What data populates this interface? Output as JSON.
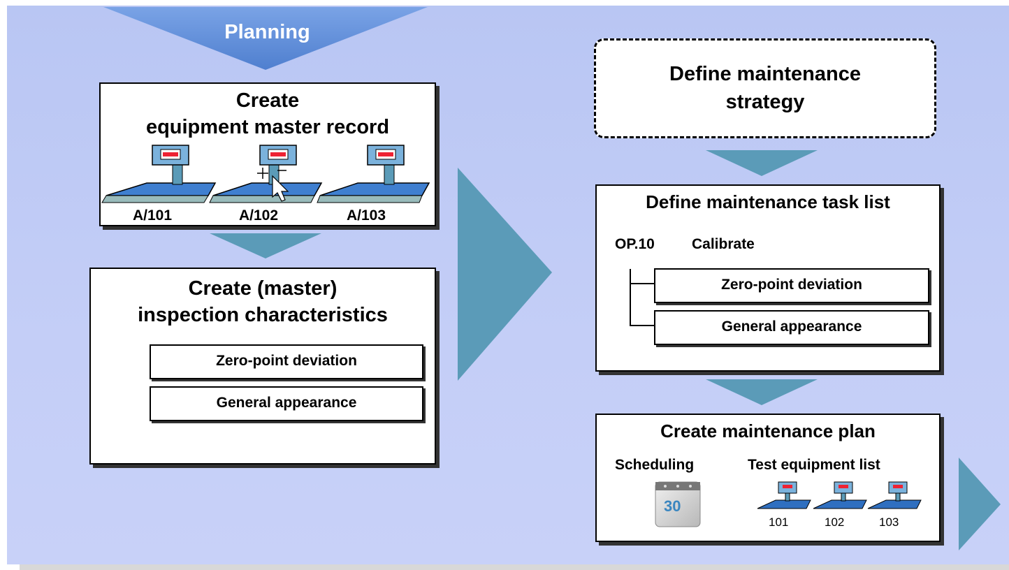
{
  "planning": {
    "label": "Planning"
  },
  "equipment_box": {
    "title_line1": "Create",
    "title_line2": "equipment master record",
    "scales": [
      "A/101",
      "A/102",
      "A/103"
    ]
  },
  "inspection_box": {
    "title_line1": "Create (master)",
    "title_line2": "inspection characteristics",
    "items": [
      "Zero-point deviation",
      "General appearance"
    ]
  },
  "strategy_box": {
    "title_line1": "Define maintenance",
    "title_line2": "strategy"
  },
  "task_list_box": {
    "title": "Define maintenance task list",
    "operation_code": "OP.10",
    "operation_name": "Calibrate",
    "items": [
      "Zero-point deviation",
      "General appearance"
    ]
  },
  "plan_box": {
    "title": "Create maintenance plan",
    "scheduling_label": "Scheduling",
    "calendar_day": "30",
    "test_equipment_label": "Test equipment list",
    "equipment_numbers": [
      "101",
      "102",
      "103"
    ]
  },
  "colors": {
    "background": "#c4cef7",
    "arrow": "#5b9bb8",
    "planning_banner": "#5a8bd6"
  }
}
